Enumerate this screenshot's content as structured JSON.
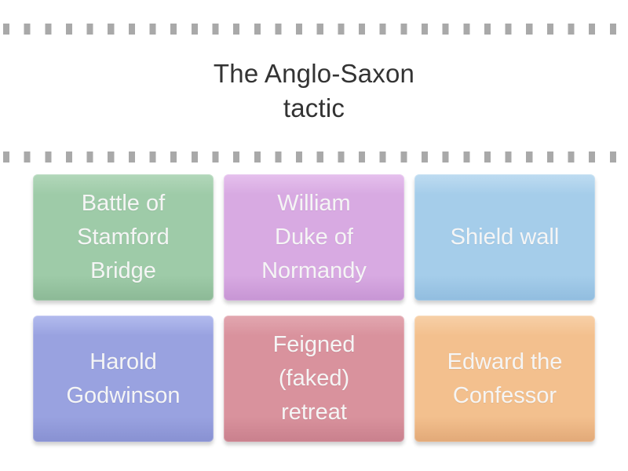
{
  "board": {
    "background": "#ffffff",
    "tile_text_color": "#f5f5f5"
  },
  "separator": {
    "color": "#a9a9a9"
  },
  "question": {
    "text": "The Anglo-Saxon\ntactic",
    "color": "#333333"
  },
  "tiles": [
    {
      "label": "Battle of\nStamford\nBridge",
      "colors": {
        "top": "#b2d7ba",
        "base": "#9ecba8",
        "bottom": "#8cb996"
      }
    },
    {
      "label": "William\nDuke of\nNormandy",
      "colors": {
        "top": "#e5c0ed",
        "base": "#d8aae2",
        "bottom": "#c795d4"
      }
    },
    {
      "label": "Shield wall",
      "colors": {
        "top": "#bedcf1",
        "base": "#a5cdea",
        "bottom": "#91bddf"
      }
    },
    {
      "label": "Harold\nGodwinson",
      "colors": {
        "top": "#b3bbee",
        "base": "#99a2e0",
        "bottom": "#8891d2"
      }
    },
    {
      "label": "Feigned\n(faked)\nretreat",
      "colors": {
        "top": "#e2a7b0",
        "base": "#d9929d",
        "bottom": "#c9808d"
      }
    },
    {
      "label": "Edward the\nConfessor",
      "colors": {
        "top": "#f7d0a8",
        "base": "#f3c08e",
        "bottom": "#e2a978"
      }
    }
  ]
}
